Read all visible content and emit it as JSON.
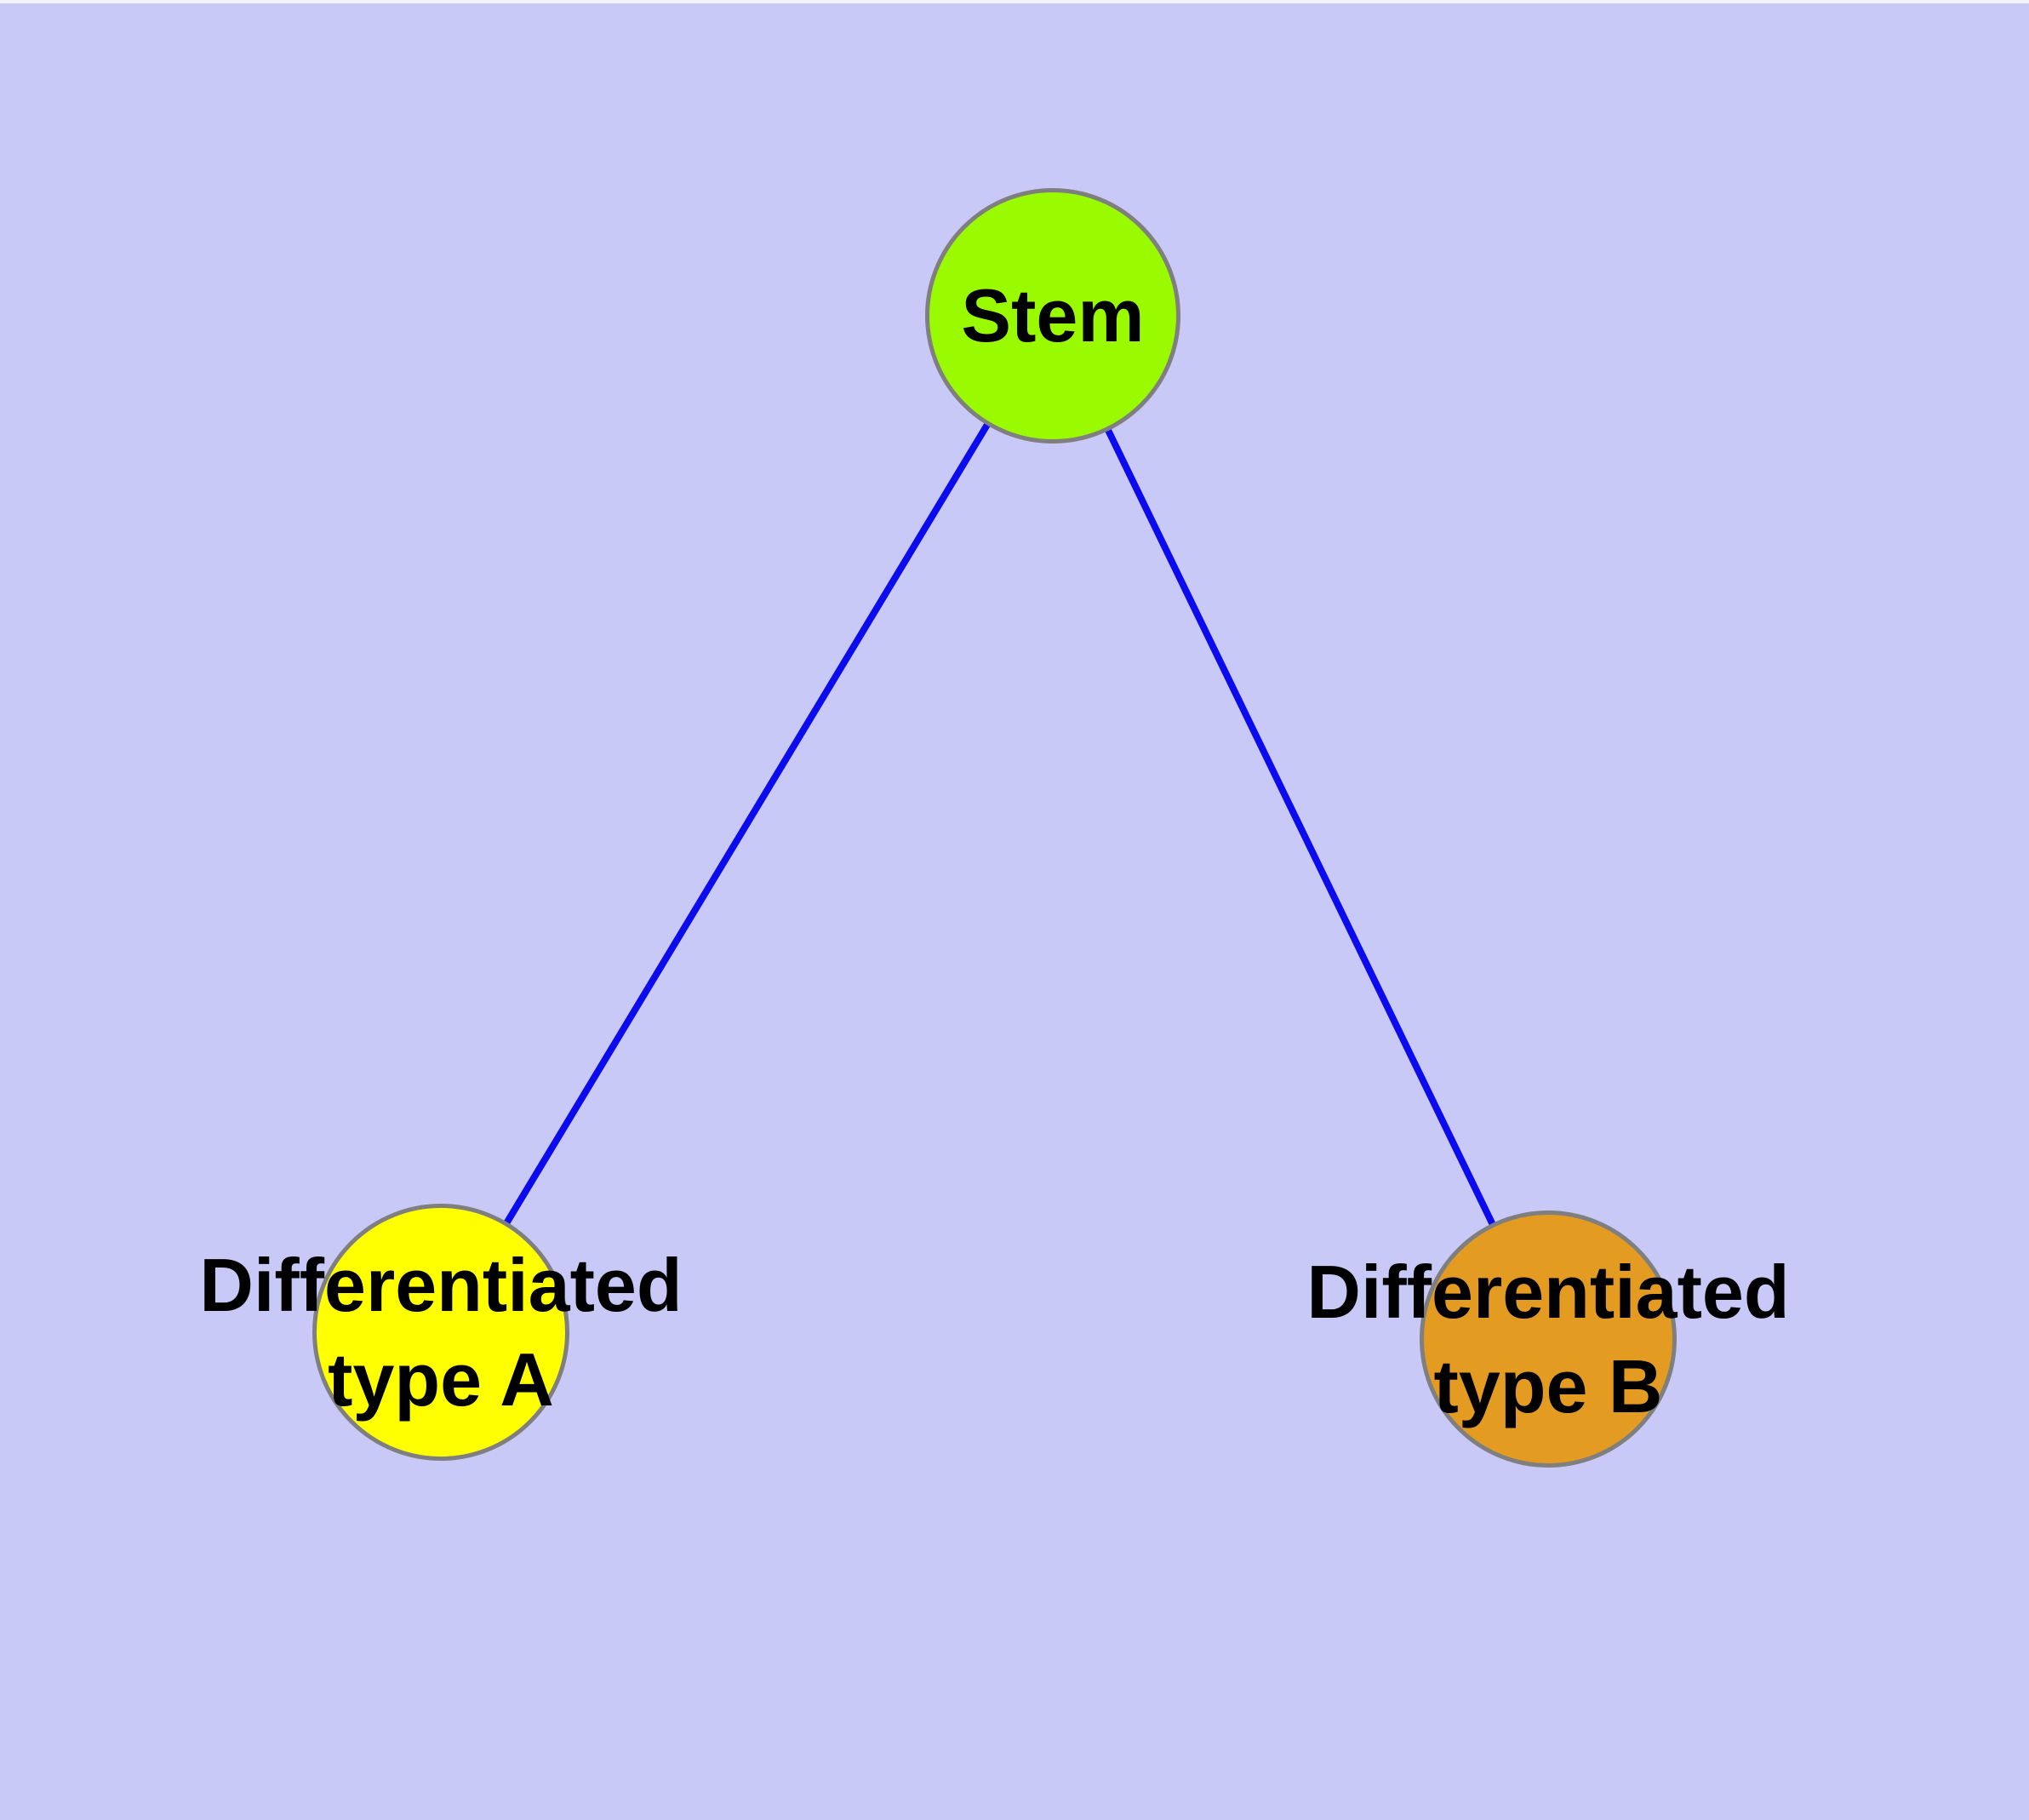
{
  "diagram": {
    "type": "graph",
    "background_color": "#c9c9f7",
    "node_border_color": "#7f7f7f",
    "edge_color": "#0b0bee",
    "nodes": [
      {
        "id": "stem",
        "label": "Stem",
        "label_lines": [
          "Stem"
        ],
        "fill": "#9afb00"
      },
      {
        "id": "type-a",
        "label": "Differentiated type A",
        "label_lines": [
          "Differentiated",
          "type A"
        ],
        "fill": "#ffff00"
      },
      {
        "id": "type-b",
        "label": "Differentiated type B",
        "label_lines": [
          "Differentiated",
          "type B"
        ],
        "fill": "#e49b22"
      }
    ],
    "edges": [
      {
        "from": "stem",
        "to": "type-a"
      },
      {
        "from": "stem",
        "to": "type-b"
      }
    ]
  }
}
